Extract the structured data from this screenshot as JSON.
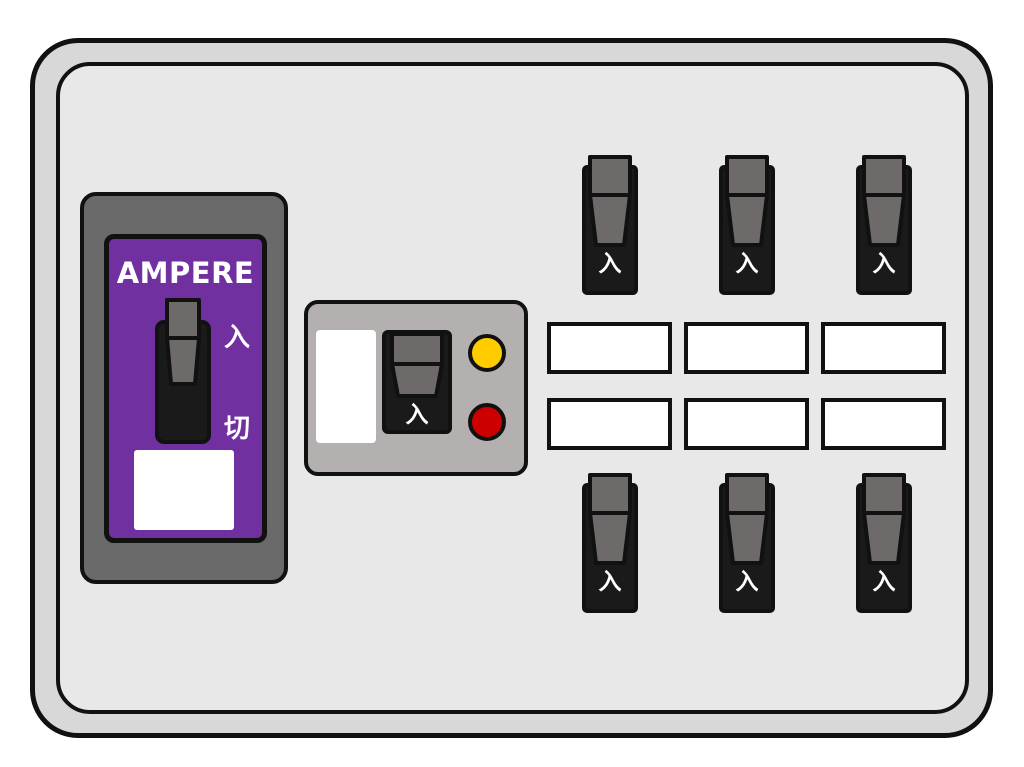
{
  "main_breaker": {
    "brand": "AMPERE",
    "on_label": "入",
    "off_label": "切"
  },
  "leak_breaker": {
    "switch_label": "入",
    "lamp_yellow_color": "#ffcc00",
    "lamp_red_color": "#cc0000"
  },
  "branch_breakers": {
    "top": [
      {
        "label": "入"
      },
      {
        "label": "入"
      },
      {
        "label": "入"
      }
    ],
    "bottom": [
      {
        "label": "入"
      },
      {
        "label": "入"
      },
      {
        "label": "入"
      }
    ]
  },
  "colors": {
    "ampere_face": "#7030a0",
    "frame_dark": "#6a6a6a",
    "panel": "#e8e8e8",
    "switch_body": "#1a1a1a",
    "switch_lever": "#6e6a6a"
  }
}
